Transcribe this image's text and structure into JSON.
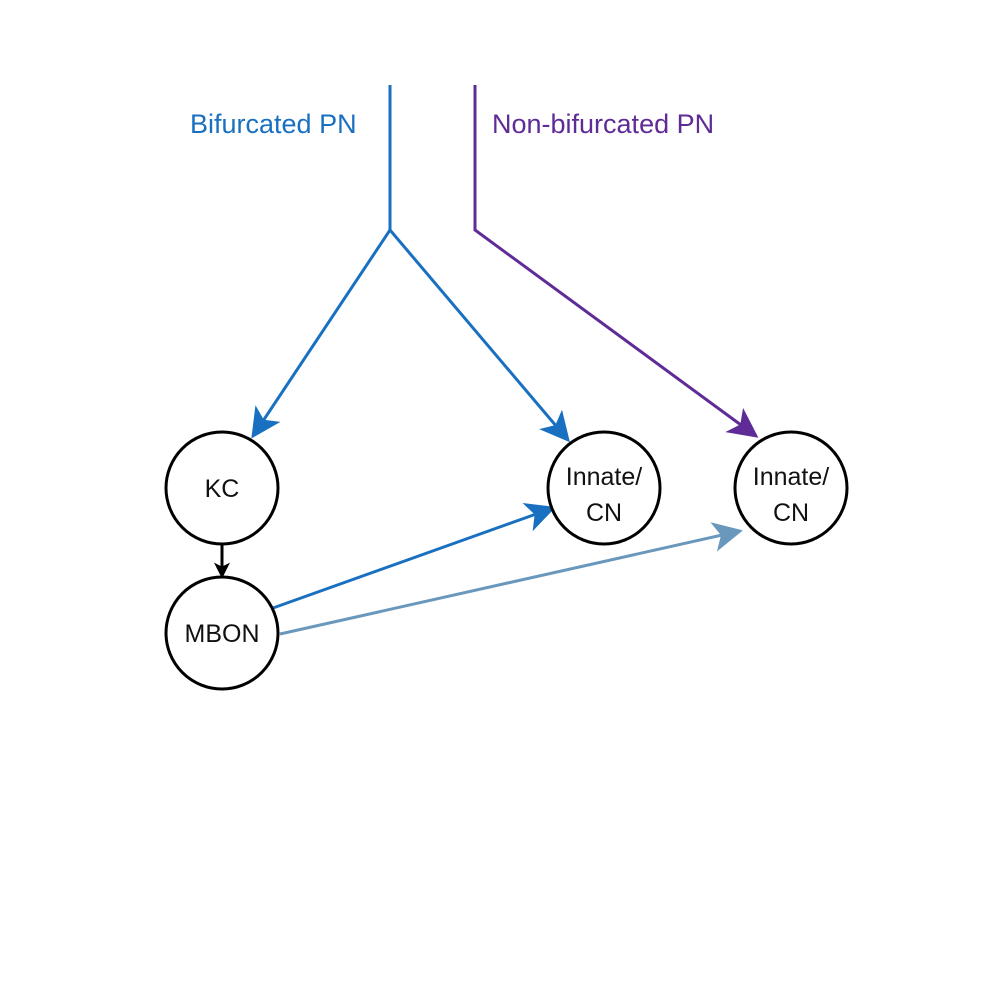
{
  "labels": {
    "bifurcated": "Bifurcated PN",
    "non_bifurcated": "Non-bifurcated PN"
  },
  "nodes": {
    "kc": {
      "line1": "KC"
    },
    "mbon": {
      "line1": "MBON"
    },
    "innate_a": {
      "line1": "Innate/",
      "line2": "CN"
    },
    "innate_b": {
      "line1": "Innate/",
      "line2": "CN"
    }
  },
  "colors": {
    "bifurcated_pn": "#1a70c0",
    "non_bifurcated_pn": "#5e2b97",
    "mbon_to_innate_a": "#1a70c0",
    "mbon_to_innate_b": "#6a98bc",
    "kc_to_mbon": "#000000"
  }
}
